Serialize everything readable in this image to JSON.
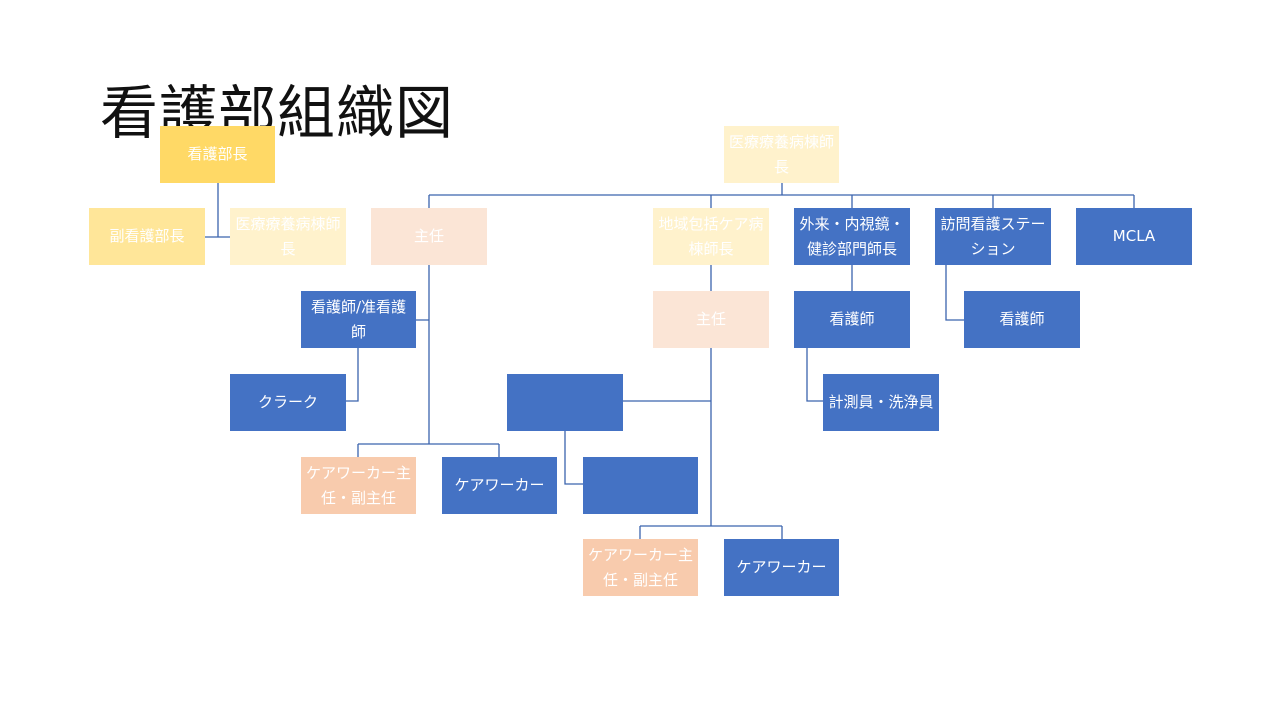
{
  "title": "看護部組織図",
  "colors": {
    "blue": "#4472C4",
    "gold": "#FFD966",
    "lightgold": "#FFE699",
    "cream": "#FFF2CC",
    "pink": "#FBE5D6",
    "peach": "#F8CBAD",
    "line": "#3B64AD"
  },
  "nodes": {
    "head": "看護部長",
    "vice": "副看護部長",
    "med_chief_1": "医療療養病棟師長",
    "shunin_1": "主任",
    "med_chief_2": "医療療養病棟師長",
    "chiiki": "地域包括ケア病棟師長",
    "gairai": "外来・内視鏡・健診部門師長",
    "houmon": "訪問看護ステーション",
    "mcla": "MCLA",
    "nurse_1": "看護師/准看護師",
    "clerk": "クラーク",
    "cw_lead_1": "ケアワーカー主任・副主任",
    "cw_1": "ケアワーカー",
    "shunin_2": "主任",
    "blank_1": "",
    "blank_2": "",
    "cw_lead_2": "ケアワーカー主任・副主任",
    "cw_2": "ケアワーカー",
    "nurse_2": "看護師",
    "keisoku": "計測員・洗浄員",
    "nurse_3": "看護師"
  }
}
